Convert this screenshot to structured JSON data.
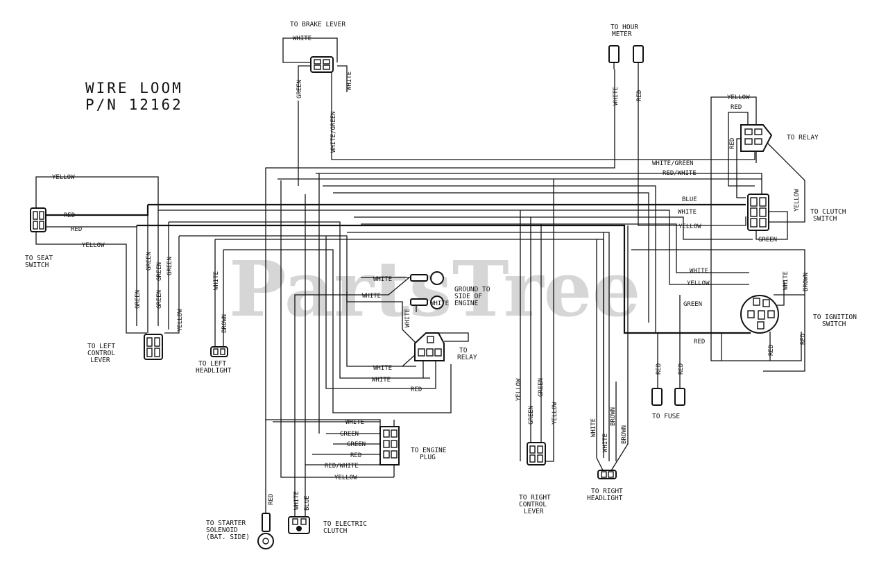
{
  "title": [
    "WIRE LOOM",
    "P/N 12162"
  ],
  "watermark": "PartsTree",
  "destinations": {
    "brake_lever": [
      "TO BRAKE LEVER"
    ],
    "hour_meter": [
      "TO HOUR",
      "METER"
    ],
    "relay_top": [
      "TO RELAY"
    ],
    "clutch_switch": [
      "TO CLUTCH",
      "SWITCH"
    ],
    "seat_switch": [
      "TO SEAT",
      "SWITCH"
    ],
    "left_control_lever": [
      "TO LEFT",
      "CONTROL",
      "LEVER"
    ],
    "left_headlight": [
      "TO LEFT",
      "HEADLIGHT"
    ],
    "ground": [
      "GROUND TO",
      "SIDE OF",
      "ENGINE"
    ],
    "relay_mid": [
      "TO",
      "RELAY"
    ],
    "engine_plug": [
      "TO ENGINE",
      "PLUG"
    ],
    "ignition_switch": [
      "TO IGNITION",
      "SWITCH"
    ],
    "fuse": [
      "TO FUSE"
    ],
    "right_control_lever": [
      "TO RIGHT",
      "CONTROL",
      "LEVER"
    ],
    "right_headlight": [
      "TO RIGHT",
      "HEADLIGHT"
    ],
    "starter_solenoid": [
      "TO STARTER",
      "SOLENOID",
      "(BAT. SIDE)"
    ],
    "electric_clutch": [
      "TO ELECTRIC",
      "CLUTCH"
    ]
  },
  "wire_labels": {
    "brake_white": "WHITE",
    "brake_green_v": "GREEN",
    "brake_white_v": "WHITE",
    "brake_white_green_v": "WHITE/GREEN",
    "hour_white_v": "WHITE",
    "hour_red_v": "RED",
    "relay_yellow": "YELLOW",
    "relay_red": "RED",
    "relay_red_v": "RED",
    "white_green_h": "WHITE/GREEN",
    "red_white_h": "RED/WHITE",
    "blue_h": "BLUE",
    "white_h": "WHITE",
    "yellow_h": "YELLOW",
    "clutch_yellow_v": "YELLOW",
    "clutch_green": "GREEN",
    "seat_yellow_top": "YELLOW",
    "seat_red_1": "RED",
    "seat_red_2": "RED",
    "seat_yellow_bottom": "YELLOW",
    "green_v1": "GREEN",
    "green_v2": "GREEN",
    "green_v3": "GREEN",
    "green_v4": "GREEN",
    "green_v5": "GREEN",
    "yellow_v_lcl": "YELLOW",
    "white_v_lhl": "WHITE",
    "brown_v_lhl": "BROWN",
    "ground_white_1": "WHITE",
    "ground_white_2": "WHITE",
    "relay_white_top": "WHITE",
    "relay_white_v": "WHITE",
    "relay_white_1": "WHITE",
    "relay_white_2": "WHITE",
    "relay_red_h": "RED",
    "ign_white": "WHITE",
    "ign_yellow": "YELLOW",
    "ign_green": "GREEN",
    "ign_red": "RED",
    "ign_white_v": "WHITE",
    "ign_brown_v": "BROWN",
    "ign_red_v1": "RED",
    "ign_red_v2": "RED",
    "fuse_red_1": "RED",
    "fuse_red_2": "RED",
    "rcl_yellow_1": "YELLOW",
    "rcl_green_1": "GREEN",
    "rcl_green_2": "GREEN",
    "rcl_yellow_2": "YELLOW",
    "rhl_white_1": "WHITE",
    "rhl_white_2": "WHITE",
    "rhl_brown_1": "BROWN",
    "rhl_brown_2": "BROWN",
    "ep_white": "WHITE",
    "ep_green_1": "GREEN",
    "ep_green_2": "GREEN",
    "ep_red": "RED",
    "ep_red_white": "RED/WHITE",
    "ep_yellow": "YELLOW",
    "starter_red_v": "RED",
    "clutch_white_v": "WHITE",
    "clutch_blue_v": "BLUE"
  }
}
